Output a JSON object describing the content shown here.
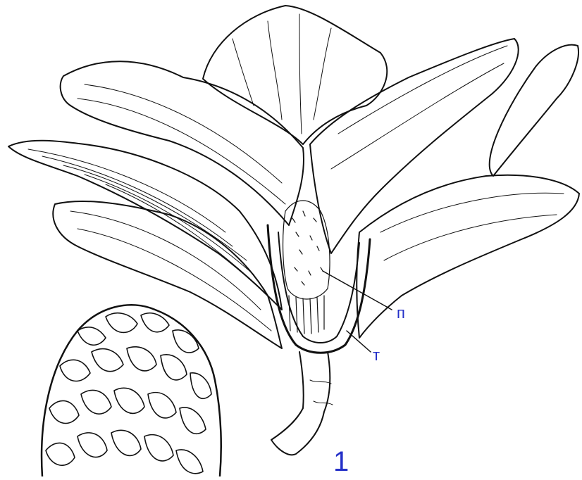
{
  "diagram": {
    "labels": {
      "p": "п",
      "t": "т",
      "figure_number": "1"
    },
    "colors": {
      "ink": "#111111",
      "label": "#2430c8",
      "background": "#ffffff"
    },
    "icons": {
      "flower": "magnolia-flower-section-drawing",
      "cone": "fruit-cone-drawing"
    }
  }
}
